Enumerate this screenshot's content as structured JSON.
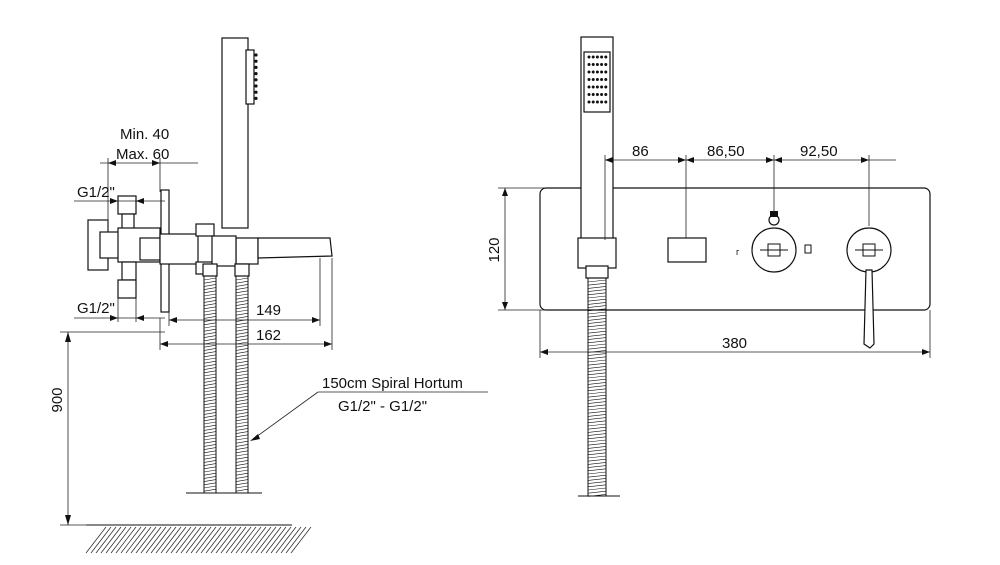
{
  "side_view": {
    "min_label": "Min. 40",
    "max_label": "Max. 60",
    "thread_top": "G1/2\"",
    "thread_bottom": "G1/2\"",
    "dim_149": "149",
    "dim_162": "162",
    "dim_900": "900",
    "hose_label_1": "150cm Spiral Hortum",
    "hose_label_2": "G1/2\" - G1/2\""
  },
  "front_view": {
    "dim_86": "86",
    "dim_86_50": "86,50",
    "dim_92_50": "92,50",
    "dim_120": "120",
    "dim_380": "380"
  }
}
